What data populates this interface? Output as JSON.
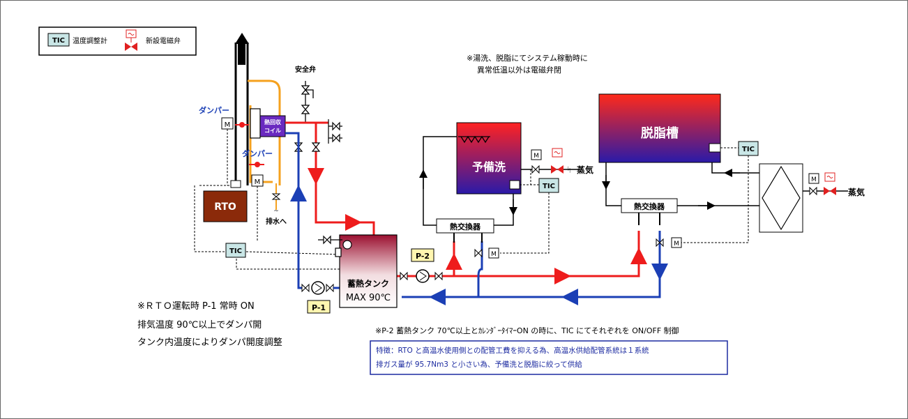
{
  "legend": {
    "tic_box": "TIC",
    "tic_desc": "温度調整計",
    "valve_desc": "新設電磁弁"
  },
  "labels": {
    "safety_valve": "安全弁",
    "damper_top": "ダンパー",
    "damper_mid": "ダンパー",
    "heat_recovery_line1": "熱回収",
    "heat_recovery_line2": "コイル",
    "drain": "排水へ",
    "rto": "RTO",
    "tic": "TIC",
    "storage_tank_line1": "蓄熱タンク",
    "storage_tank_line2": "MAX 90℃",
    "pre_wash": "予備洗",
    "degrease": "脱脂槽",
    "heat_exchanger": "熱交換器",
    "steam": "蒸気",
    "m": "M",
    "p1": "P-1",
    "p2": "P-2"
  },
  "notes": {
    "top_line1": "※湯洗、脱脂にてシステム稼動時に",
    "top_line2": "異常低温以外は電磁弁閉",
    "left_line1": "※ＲＴＯ運転時 P-1 常時 ON",
    "left_line2": "排気温度 90℃以上でダンパ開",
    "left_line3": "タンク内温度によりダンパ開度調整",
    "bottom": "※P-2 蓄熱タンク 70℃以上とｶﾚﾝﾀﾞｰﾀｲﾏｰON の時に、TIC にてそれぞれを ON/OFF 制御"
  },
  "feature_box": {
    "line1": "特徴：RTO と高温水使用側との配管工費を抑える為、高温水供給配管系統は１系統",
    "line2": "排ガス量が 95.7Nm3 と小さい為、予備洗と脱脂に絞って供給"
  },
  "colors": {
    "hot": "#ee1c1c",
    "cold": "#1b3fb5",
    "exhaust": "#f5a11e",
    "rto": "#8b2a0a",
    "tic": "#c9e6e6",
    "label_blue": "#1b3fb5",
    "pump_label": "#fff6b0",
    "feature_text": "#1b2aa0"
  }
}
